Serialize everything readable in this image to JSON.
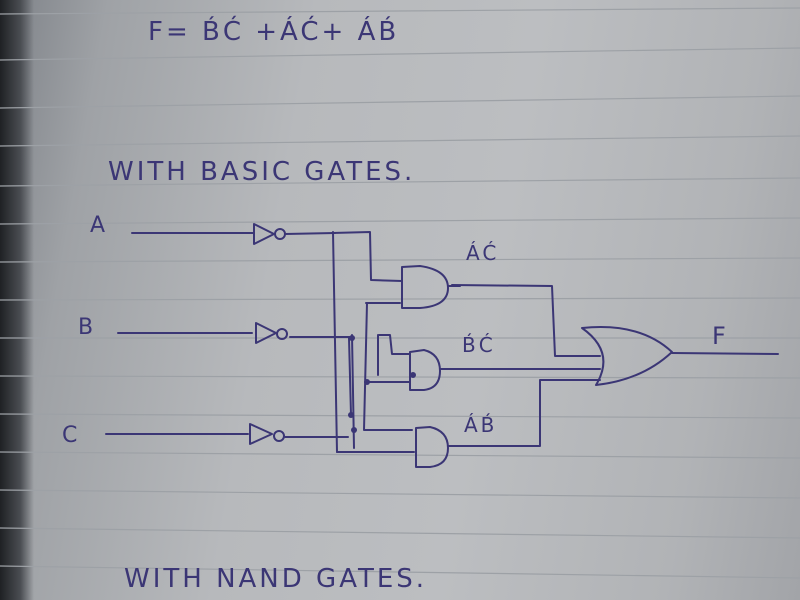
{
  "equation": {
    "text": "F= B́Ć +ÁĆ+    ÁB́"
  },
  "heading_basic": "WITH BASIC GATES.",
  "heading_nand": "WITH NAND GATES.",
  "inputs": {
    "a": "A",
    "b": "B",
    "c": "C"
  },
  "terms": {
    "ac": "ÁĆ",
    "bc": "B́Ć",
    "ab": "ÁB́"
  },
  "output": "F",
  "colors": {
    "ink": "#3b3675",
    "paper": "#bcbec1",
    "rule": "#9fa3a8"
  }
}
